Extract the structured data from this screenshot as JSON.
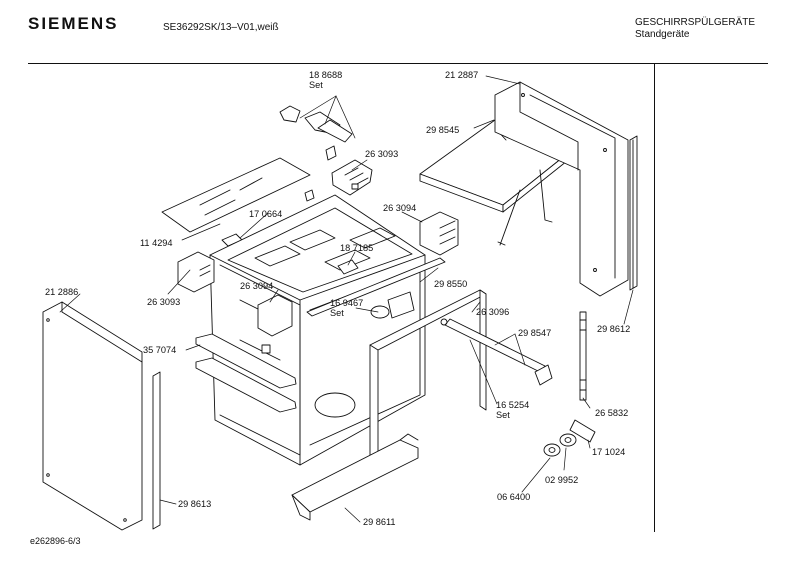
{
  "header": {
    "brand": "SIEMENS",
    "model": "SE36292SK/13–V01,weiß",
    "category_line1": "GESCHIRRSPÜLGERÄTE",
    "category_line2": "Standgeräte"
  },
  "footer": {
    "code": "e262896-6/3"
  },
  "parts": [
    {
      "id": "p1",
      "number": "18 8688",
      "note": "Set"
    },
    {
      "id": "p2",
      "number": "21 2887",
      "note": ""
    },
    {
      "id": "p3",
      "number": "29 8545",
      "note": ""
    },
    {
      "id": "p4",
      "number": "26 3093",
      "note": ""
    },
    {
      "id": "p5",
      "number": "17 0664",
      "note": ""
    },
    {
      "id": "p6",
      "number": "26 3094",
      "note": ""
    },
    {
      "id": "p7",
      "number": "11 4294",
      "note": ""
    },
    {
      "id": "p8",
      "number": "18 7185",
      "note": ""
    },
    {
      "id": "p9",
      "number": "26 3094",
      "note": ""
    },
    {
      "id": "p10",
      "number": "26 3093",
      "note": ""
    },
    {
      "id": "p11",
      "number": "29 8550",
      "note": ""
    },
    {
      "id": "p12",
      "number": "21 2886",
      "note": ""
    },
    {
      "id": "p13",
      "number": "16 9467",
      "note": "Set"
    },
    {
      "id": "p14",
      "number": "26 3096",
      "note": ""
    },
    {
      "id": "p15",
      "number": "29 8612",
      "note": ""
    },
    {
      "id": "p16",
      "number": "35 7074",
      "note": ""
    },
    {
      "id": "p17",
      "number": "29 8547",
      "note": ""
    },
    {
      "id": "p18",
      "number": "16 5254",
      "note": "Set"
    },
    {
      "id": "p19",
      "number": "26 5832",
      "note": ""
    },
    {
      "id": "p20",
      "number": "17 1024",
      "note": ""
    },
    {
      "id": "p21",
      "number": "02 9952",
      "note": ""
    },
    {
      "id": "p22",
      "number": "06 6400",
      "note": ""
    },
    {
      "id": "p23",
      "number": "29 8613",
      "note": ""
    },
    {
      "id": "p24",
      "number": "29 8611",
      "note": ""
    }
  ]
}
